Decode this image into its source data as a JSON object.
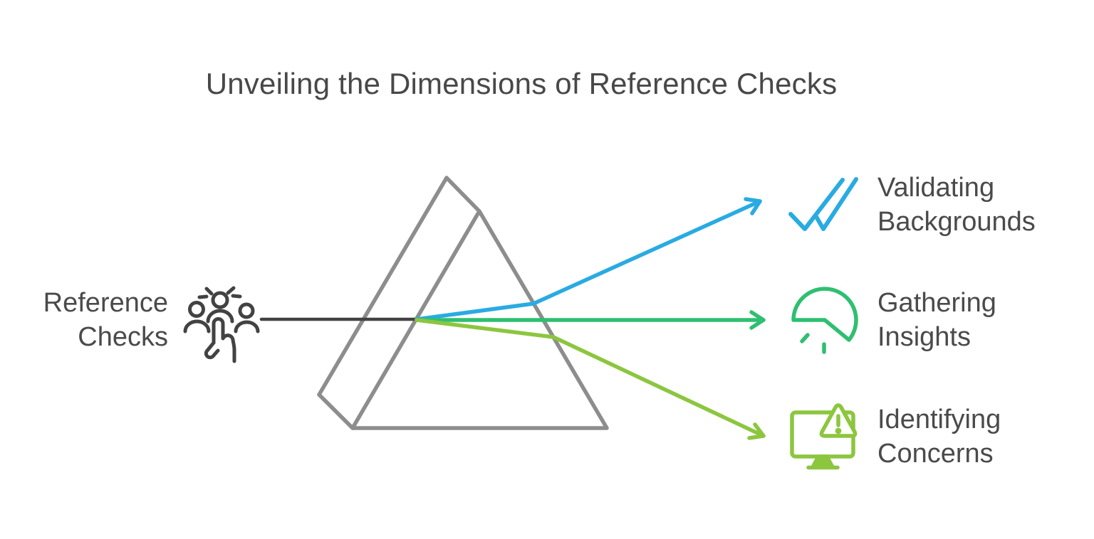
{
  "title": "Unveiling the Dimensions of Reference Checks",
  "source": {
    "label": "Reference\nChecks",
    "icon": "people-selection-icon"
  },
  "outputs": [
    {
      "label": "Validating\nBackgrounds",
      "icon": "double-checkmark-icon",
      "color": "#29ABE2"
    },
    {
      "label": "Gathering\nInsights",
      "icon": "pie-gauge-icon",
      "color": "#2FBF71"
    },
    {
      "label": "Identifying\nConcerns",
      "icon": "monitor-alert-icon",
      "color": "#8CC63F"
    }
  ],
  "colors": {
    "blue": "#29ABE2",
    "green": "#2FBF71",
    "lime": "#8CC63F",
    "ink": "#424242",
    "text": "#4A4A4A",
    "prism_gray": "#8D8D8D",
    "background": "#FFFFFF"
  }
}
